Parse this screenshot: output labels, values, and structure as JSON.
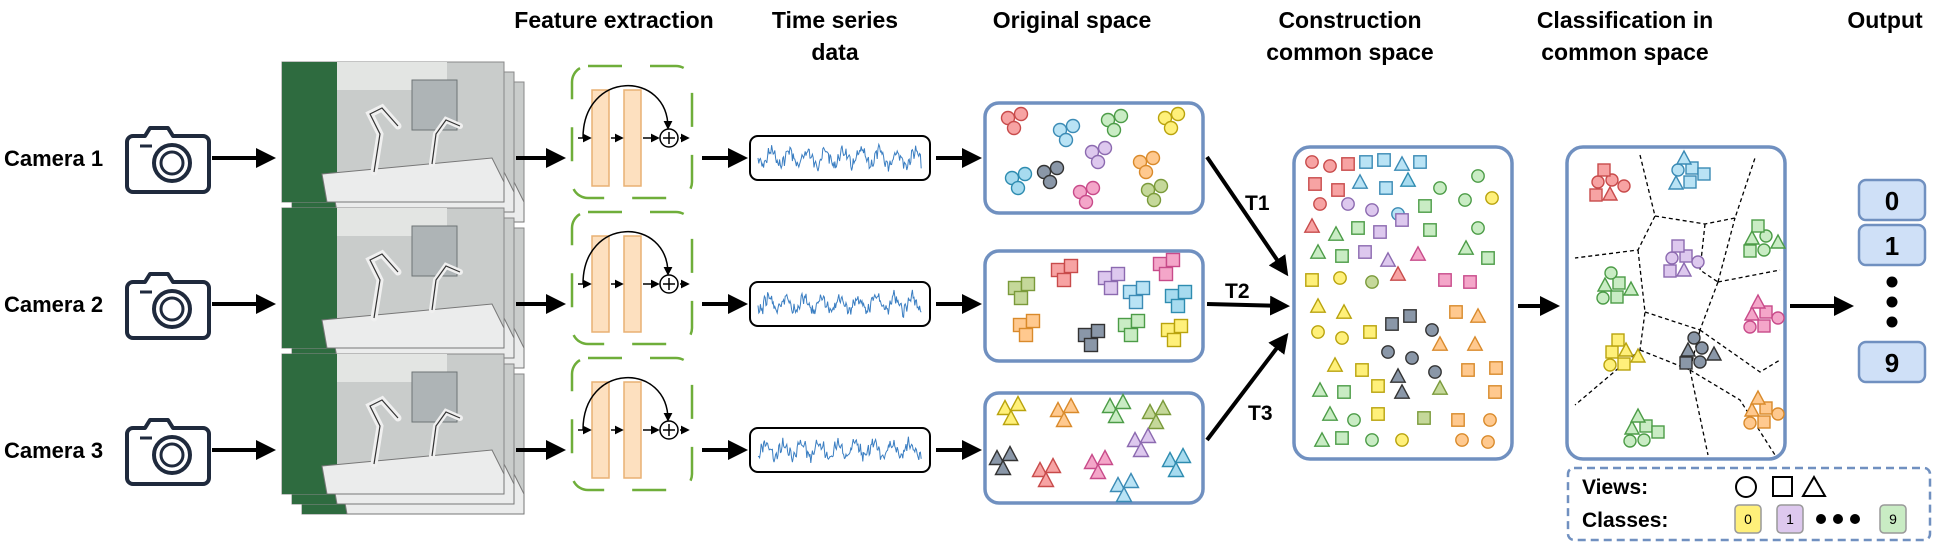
{
  "headers": {
    "feature": "Feature extraction",
    "timeseries_1": "Time series",
    "timeseries_2": "data",
    "original": "Original space",
    "construct_1": "Construction",
    "construct_2": "common space",
    "classify_1": "Classification in",
    "classify_2": "common space",
    "output": "Output"
  },
  "cameras": [
    {
      "label": "Camera 1"
    },
    {
      "label": "Camera 2"
    },
    {
      "label": "Camera 3"
    }
  ],
  "transforms": [
    "T1",
    "T2",
    "T3"
  ],
  "outputs": [
    "0",
    "1",
    "9"
  ],
  "legend": {
    "views_label": "Views:",
    "classes_label": "Classes:",
    "class_first": "0",
    "class_second": "1",
    "class_last": "9",
    "views": [
      "circle",
      "square",
      "triangle"
    ]
  },
  "icons": {
    "camera": "camera-icon",
    "residual_add": "plus-circle-icon"
  },
  "colors": {
    "panel_border": "#7090c0",
    "legend_border": "#7090c0",
    "feature_border": "#6fae3a",
    "feature_block": "#fde0bf",
    "feature_block_border": "#e8b173",
    "signal": "#3a7ec2",
    "output_box": "#cfe0f7",
    "output_border": "#7090c0",
    "class_0": "#fff07a",
    "class_1": "#ddc8ee",
    "class_9": "#c9ecc4"
  }
}
